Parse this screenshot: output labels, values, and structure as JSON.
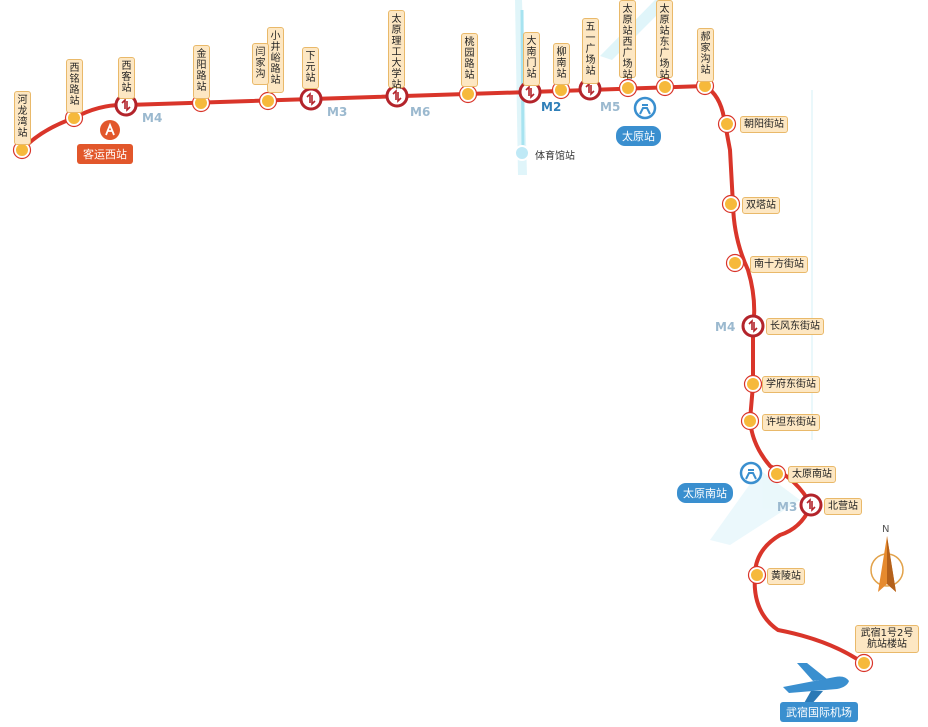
{
  "colors": {
    "line": "#d9352a",
    "station_fill": "#f6b93b",
    "transfer_ring": "#b3242b",
    "label_bg": "#fde7c3",
    "rail_station": "#3a8fcf",
    "coach_station": "#e2572b",
    "line2_light": "#a7e3f0"
  },
  "stations": [
    {
      "name": "河龙湾站",
      "icon": "station-dot"
    },
    {
      "name": "西铭路站",
      "icon": "station-dot"
    },
    {
      "name": "西客站",
      "icon": "transfer-icon"
    },
    {
      "name": "金阳路站",
      "icon": "station-dot"
    },
    {
      "name": "小井峪路站",
      "icon": "station-dot"
    },
    {
      "name": "闫家沟",
      "icon": "station-dot"
    },
    {
      "name": "下元站",
      "icon": "transfer-icon"
    },
    {
      "name": "太原理工大学站",
      "icon": "transfer-icon"
    },
    {
      "name": "桃园路站",
      "icon": "station-dot"
    },
    {
      "name": "大南门站",
      "icon": "transfer-icon"
    },
    {
      "name": "柳南站",
      "icon": "station-dot"
    },
    {
      "name": "五一广场站",
      "icon": "transfer-icon"
    },
    {
      "name": "太原站西广场站",
      "icon": "station-dot"
    },
    {
      "name": "太原站东广场站",
      "icon": "station-dot"
    },
    {
      "name": "郝家沟站",
      "icon": "station-dot"
    },
    {
      "name": "朝阳街站",
      "icon": "station-dot"
    },
    {
      "name": "双塔站",
      "icon": "station-dot"
    },
    {
      "name": "南十方街站",
      "icon": "station-dot"
    },
    {
      "name": "长风东街站",
      "icon": "transfer-icon"
    },
    {
      "name": "学府东街站",
      "icon": "station-dot"
    },
    {
      "name": "许坦东街站",
      "icon": "station-dot"
    },
    {
      "name": "太原南站",
      "icon": "station-dot"
    },
    {
      "name": "北营站",
      "icon": "transfer-icon"
    },
    {
      "name": "黄陵站",
      "icon": "station-dot"
    },
    {
      "name": "武宿1号2号航站楼站",
      "icon": "station-dot"
    }
  ],
  "line_labels": [
    "M4",
    "M3",
    "M6",
    "M2",
    "M5",
    "M4",
    "M3"
  ],
  "places": {
    "coach_west": "客运西站",
    "taiyuan_station": "太原站",
    "taiyuan_south": "太原南站",
    "airport": "武宿国际机场",
    "gym": "体育馆站"
  },
  "compass": "N",
  "icons": [
    "transfer-icon",
    "rail-station-icon",
    "coach-station-icon",
    "airplane-icon",
    "compass-icon"
  ]
}
